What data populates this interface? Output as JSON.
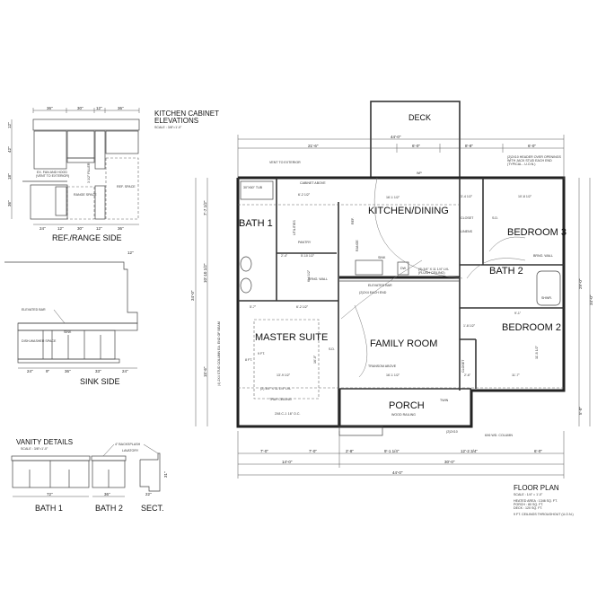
{
  "kitchen_elevations": {
    "title_line1": "KITCHEN CABINET",
    "title_line2": "ELEVATIONS",
    "scale": "SCALE : 3/8\"=1'-0\"",
    "ref_range_side": {
      "label": "REF./RANGE SIDE",
      "top_dims": [
        "36\"",
        "30\"",
        "12\"",
        "36\""
      ],
      "bottom_dims": [
        "24\"",
        "12\"",
        "30\"",
        "12\"",
        "36\""
      ],
      "side_dims": [
        "12\"",
        "42\"",
        "18\"",
        "36\""
      ],
      "notes": [
        "EX. FAN AND HOOD",
        "(VENT TO EXTERIOR)",
        "RANGE SPACE",
        "REF. SPACE",
        "3 1/2\" FILLER"
      ]
    },
    "sink_side": {
      "label": "SINK SIDE",
      "top_dim": "12\"",
      "dims": [
        "24\"",
        "9\"",
        "36\"",
        "33\"",
        "24\""
      ],
      "notes": [
        "ELEVATED BAR",
        "DISH-WASHER SPACE",
        "SINK"
      ]
    }
  },
  "vanity_details": {
    "title": "VANITY DETAILS",
    "scale": "SCALE : 3/8\"=1'-0\"",
    "notes": [
      "4\" BACKSPLASH",
      "LAVATORY"
    ],
    "bath1": {
      "label": "BATH 1",
      "dim": "72\""
    },
    "bath2": {
      "label": "BATH 2",
      "dim": "36\""
    },
    "section": {
      "label": "SECT.",
      "dim": "22\"",
      "height": "31\""
    }
  },
  "floor_plan": {
    "title": "FLOOR PLAN",
    "scale": "SCALE : 1/4\" = 1'-0\"",
    "heated_area": "HEATED AREA : 1346 SQ. FT.",
    "porch_area": "PORCH : 80 SQ. FT.",
    "deck_area": "DECK : 120 SQ. FT.",
    "ceilings": "9 FT. CEILINGS THROUGHOUT (U.O.N.)",
    "rooms": {
      "deck": "DECK",
      "kitchen_dining": "KITCHEN/DINING",
      "bath1": "BATH 1",
      "bedroom3": "BEDROOM 3",
      "bath2": "BATH 2",
      "bedroom2": "BEDROOM 2",
      "master_suite": "MASTER SUITE",
      "family_room": "FAMILY ROOM",
      "porch": "PORCH",
      "closet": "CLOSET",
      "linens": "LINENS",
      "pantry": "PANTRY",
      "utilities": "UTILITIES",
      "closet_b2": "CLOSET"
    },
    "dims_top": {
      "overall": "44'-0\"",
      "a": "21'-6\"",
      "b": "6'-0\"",
      "c": "8'-8\"",
      "d": "6'-0\""
    },
    "dims_bottom": {
      "a": "7'-0\"",
      "b": "7'-0\"",
      "c": "2'-8\"",
      "d": "9'-1 1/4\"",
      "e": "12'-2 3/4\"",
      "f": "6'-0\"",
      "g": "14'-0\"",
      "h": "30'-0\"",
      "overall": "44'-0\""
    },
    "dims_left": {
      "overall": "34'-0\"",
      "a": "7'-7 1/2\"",
      "b": "10'-10 1/2\"",
      "c": "15'-6\""
    },
    "dims_right": {
      "a": "29'-0\"",
      "overall": "34'-0\"",
      "b": "5'-0\""
    },
    "room_dims": {
      "kitchen": "16'-1 1/2\"",
      "bed3": "10'-8 1/2\"",
      "bed3_closet": "3'-4 1/2\"",
      "util": "6'-2 1/2\"",
      "closet_w": "2'-4\"",
      "closet_w2": "5'-10 1/2\"",
      "closet_h": "6'-4 1/2\"",
      "bath1_w": "5'-7\"",
      "bath1_w2": "6'-2 1/2\"",
      "master_w": "13'-9 1/2\"",
      "master_h": "16'-0\"",
      "family_w": "16'-1 1/2\"",
      "bed2_w": "11'-7\"",
      "bed2_h": "11'-8 1/2\"",
      "bed2_closet": "2'-6\"",
      "bed2_b": "9'-1\"",
      "bed2_c": "1'-8 1/2\""
    },
    "notes": {
      "vent": "VENT TO EXTERIOR",
      "cabinet_above": "CABINET ABOVE",
      "tub": "30\"X60\" TUB",
      "header": "(2)2X10 HEADER OVER OPENINGS WITH JACK STUD EACH END (TYPICAL - U.O.N.)",
      "bar": "ELEVATED BAR",
      "beam": "(2) 3/4\" X 11 1/4\" LVL (FLUSH CEILING)",
      "post": "(2)2X4 EACH END",
      "transom": "TRANSOM ABOVE",
      "tray": "TRAY CEILING",
      "lvl_master": "(2) 3/4\" X 11 1/4\" LVL",
      "cj": "2X8 C.J. 16\" O.C.",
      "column_note": "(4) 2X4 STUD COLUMN EA. END OF BEAM",
      "wood_railing": "WOOD RAILING",
      "wd_column": "6X6 WD. COLUMN",
      "porch_beam": "(2)2X10",
      "brng_wall": "BRNG. WALL",
      "sink": "SINK",
      "dw": "DW",
      "ref": "REF.",
      "range": "RANGE",
      "sd": "S.D.",
      "wp": "WP",
      "twin": "TWIN",
      "nine_ft": "9 FT.",
      "eight_ft": "8 FT.",
      "shower": "SHWR."
    }
  }
}
